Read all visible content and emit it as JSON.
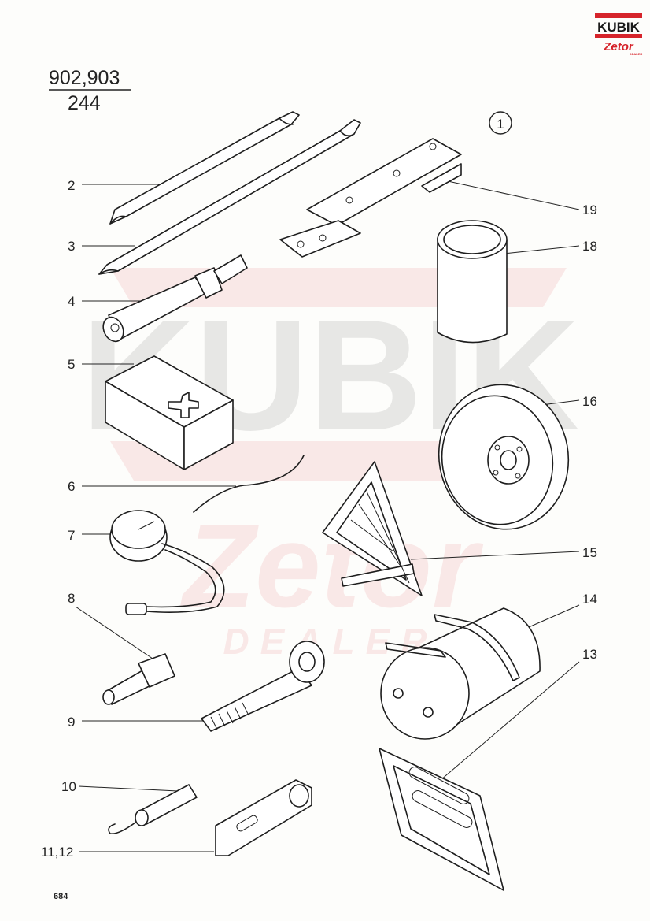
{
  "header": {
    "model_numbers": "902,903",
    "group_number": "244",
    "figure_number": "1",
    "page_number": "684"
  },
  "logo": {
    "brand": "KUBIK",
    "sub_brand": "Zetor",
    "sub_caption": "DEALER",
    "colors": {
      "red": "#d6242b",
      "dark": "#1a1a1a"
    }
  },
  "watermark": {
    "brand": "KUBIK",
    "sub_brand": "Zetor",
    "sub_caption": "DEALER"
  },
  "callouts": [
    {
      "id": "2",
      "label": "2"
    },
    {
      "id": "3",
      "label": "3"
    },
    {
      "id": "4",
      "label": "4"
    },
    {
      "id": "5",
      "label": "5"
    },
    {
      "id": "6",
      "label": "6"
    },
    {
      "id": "7",
      "label": "7"
    },
    {
      "id": "8",
      "label": "8"
    },
    {
      "id": "9",
      "label": "9"
    },
    {
      "id": "10",
      "label": "10"
    },
    {
      "id": "11_12",
      "label": "11,12"
    },
    {
      "id": "13",
      "label": "13"
    },
    {
      "id": "14",
      "label": "14"
    },
    {
      "id": "15",
      "label": "15"
    },
    {
      "id": "16",
      "label": "16"
    },
    {
      "id": "18",
      "label": "18"
    },
    {
      "id": "19",
      "label": "19"
    }
  ]
}
